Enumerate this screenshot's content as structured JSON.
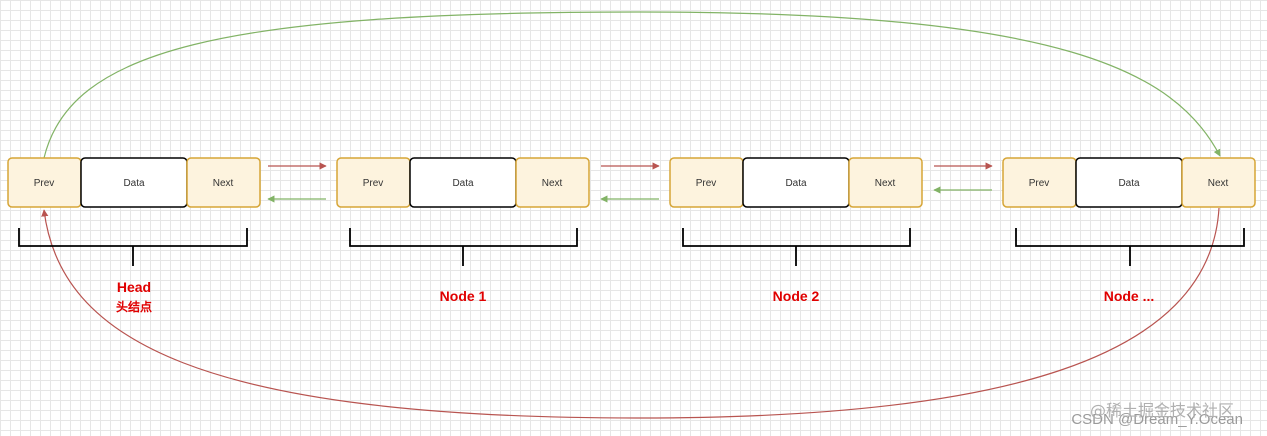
{
  "nodes": [
    {
      "label": "Head",
      "sublabel": "头结点",
      "cells": [
        "Prev",
        "Data",
        "Next"
      ]
    },
    {
      "label": "Node 1",
      "cells": [
        "Prev",
        "Data",
        "Next"
      ]
    },
    {
      "label": "Node 2",
      "cells": [
        "Prev",
        "Data",
        "Next"
      ]
    },
    {
      "label": "Node ...",
      "cells": [
        "Prev",
        "Data",
        "Next"
      ]
    }
  ],
  "colors": {
    "pointer_fill": "#fdf3de",
    "pointer_border": "#d6a536",
    "data_fill": "#ffffff",
    "data_border": "#000000",
    "label": "#e00000",
    "forward_arrow": "#b85450",
    "backward_arrow": "#82b366",
    "bracket": "#000000"
  },
  "watermark": "CSDN @Dream_Y.Ocean",
  "watermark_overlay": "@稀土掘金技术社区"
}
